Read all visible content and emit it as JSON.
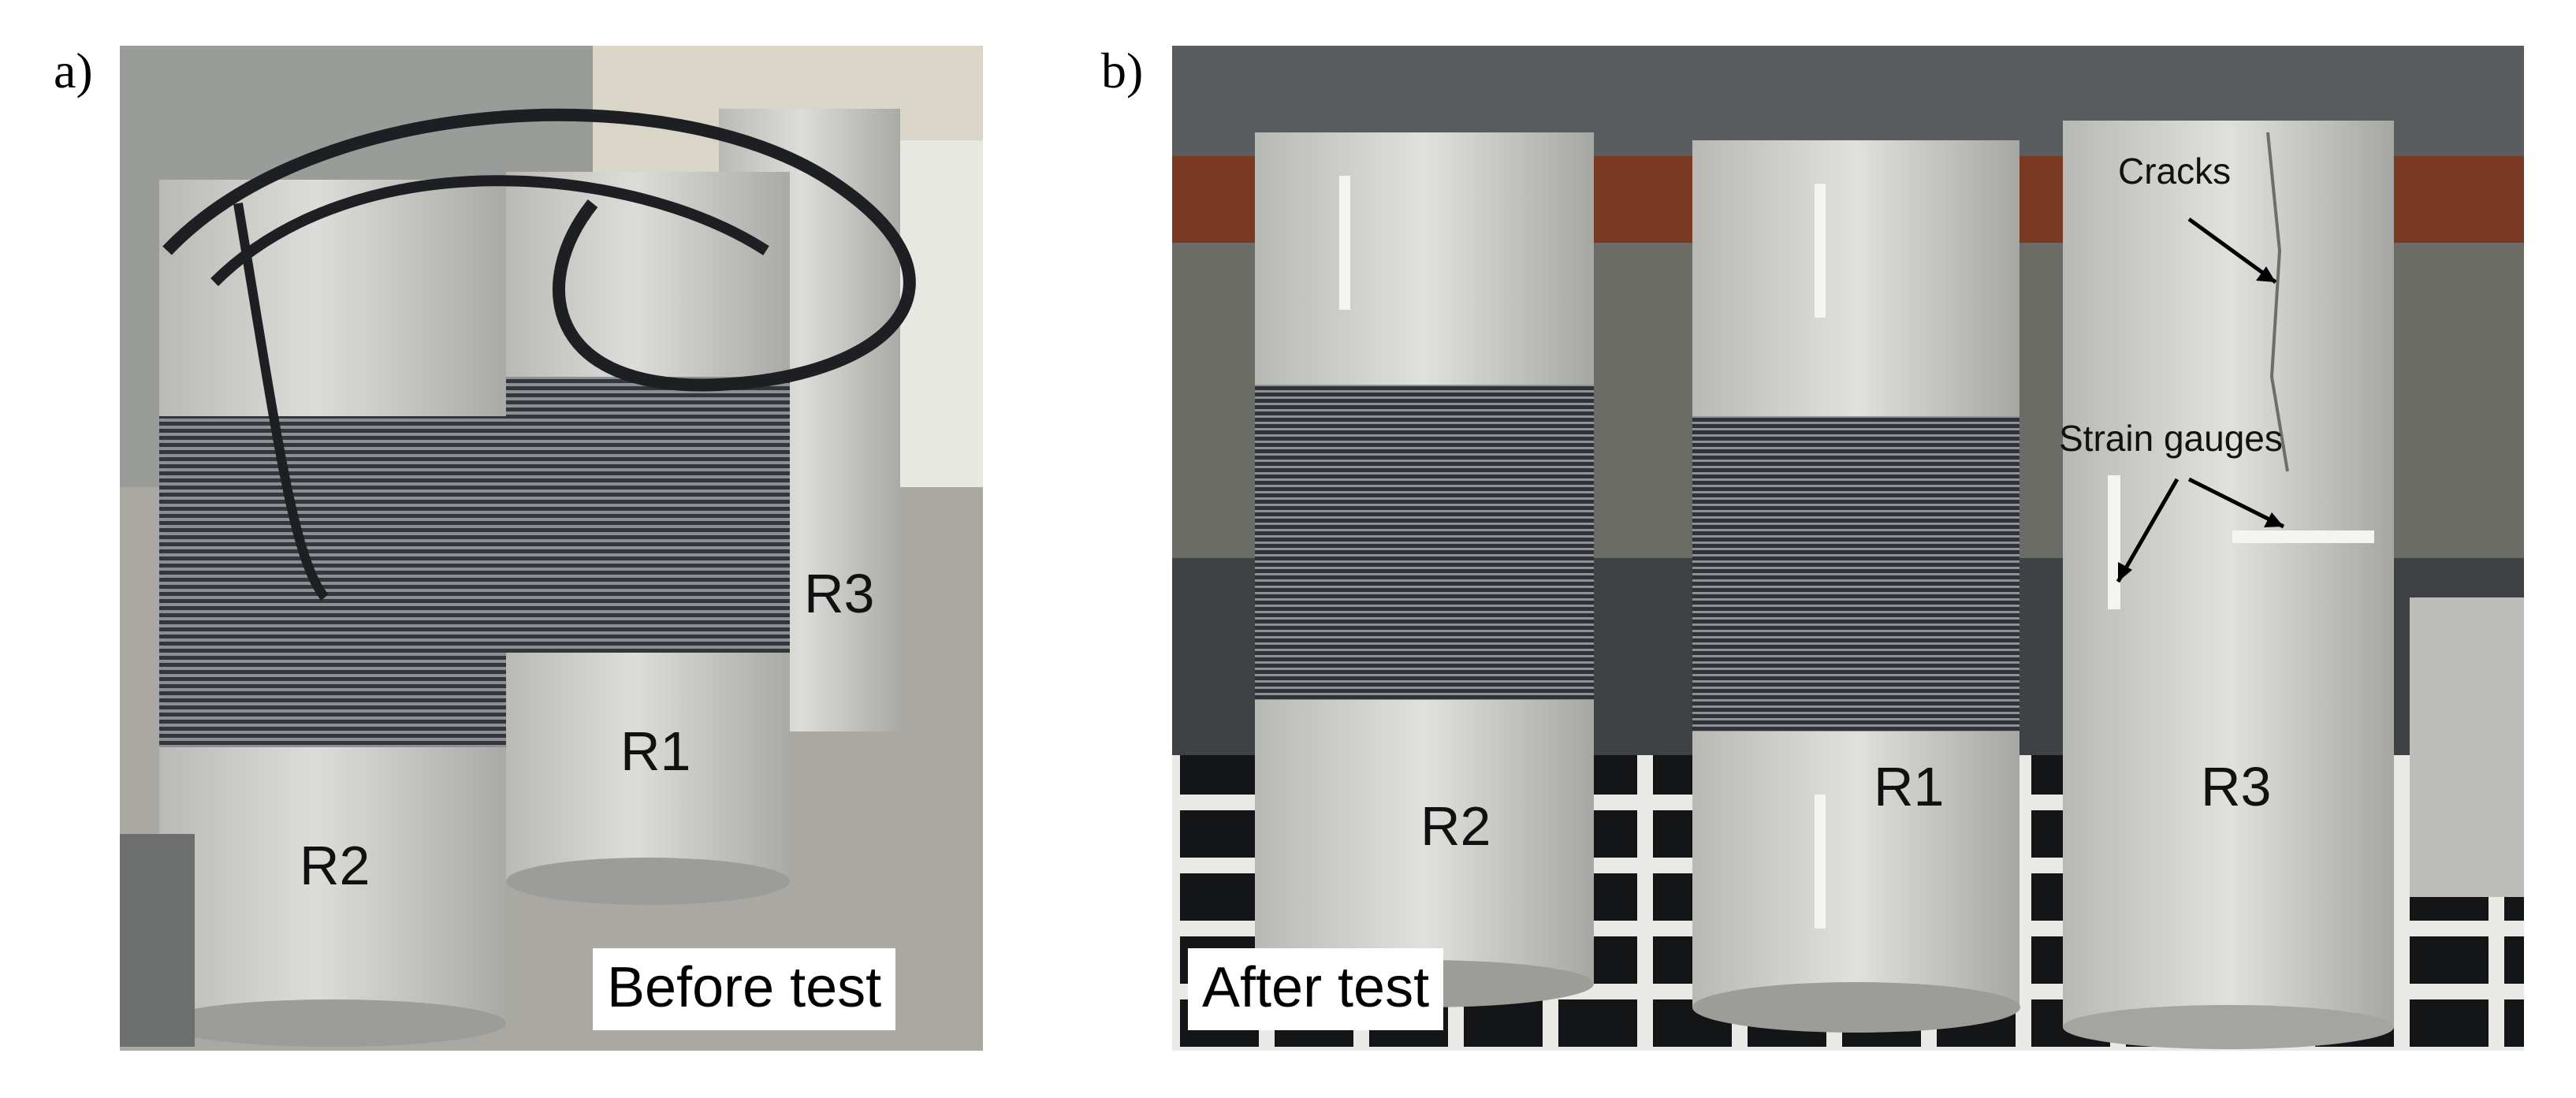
{
  "panels": [
    {
      "label": "a)",
      "caption": "Before test",
      "specimens": [
        "R2",
        "R1",
        "R3"
      ]
    },
    {
      "label": "b)",
      "caption": "After test",
      "specimens": [
        "R2",
        "R1",
        "R3"
      ],
      "annotations": {
        "cracks": "Cracks",
        "strain_gauges": "Strain gauges"
      }
    }
  ],
  "colors": {
    "concrete": "#cfd0cc",
    "wire": "#3a3d42",
    "floor": "#a7a59f",
    "background_wall": "#8f918f",
    "rack_red": "#8a3b1f"
  }
}
